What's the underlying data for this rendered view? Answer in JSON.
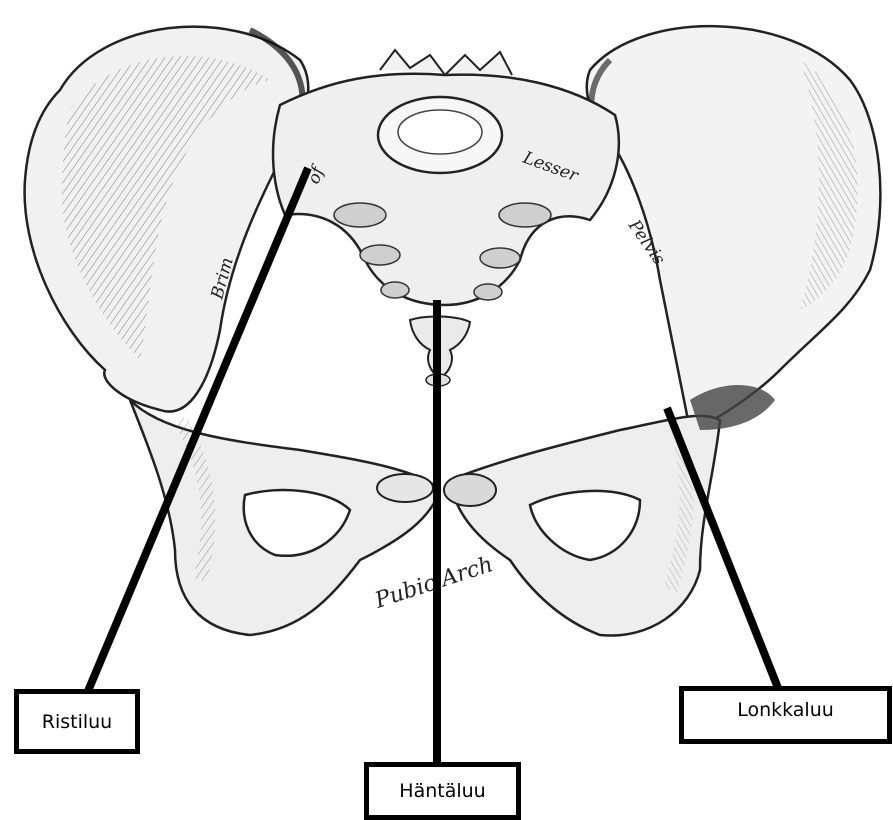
{
  "labels": {
    "sacrum": "Ristiluu",
    "coccyx": "Häntäluu",
    "hip_bone": "Lonkkaluu"
  },
  "engraving_text": {
    "brim": "Brim",
    "of": "of",
    "lesser": "Lesser",
    "pelvis": "Pelvis",
    "pubic_arch": "Pubic Arch"
  },
  "colors": {
    "bone_fill": "#f2f2f2",
    "bone_shadow": "#3a3a3a",
    "pointer_line": "#000000",
    "background": "#ffffff"
  }
}
